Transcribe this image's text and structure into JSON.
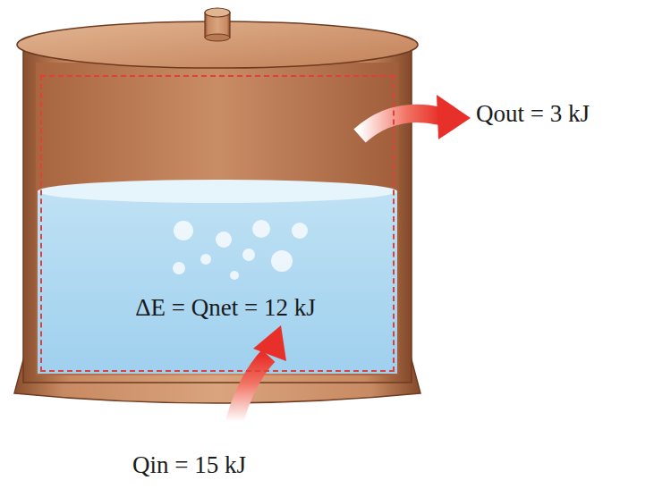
{
  "diagram": {
    "nodes": [
      {
        "text": [
          "ΔE = Qnet = 12 kJ"
        ]
      }
    ],
    "labels": [
      "Qout = 3 kJ",
      "Qin = 15 kJ"
    ]
  }
}
